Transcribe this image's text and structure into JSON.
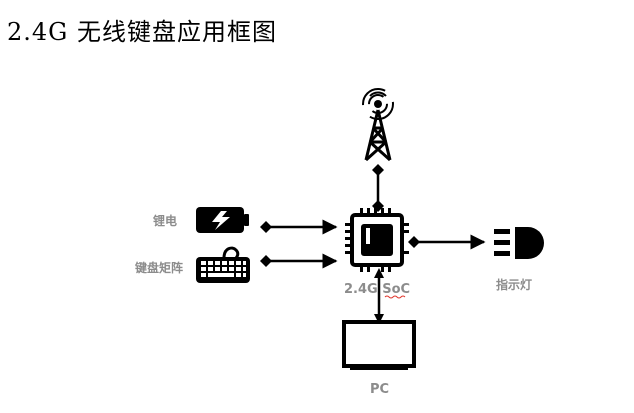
{
  "title": "2.4G 无线键盘应用框图",
  "labels": {
    "battery": "锂电",
    "keyboard": "键盘矩阵",
    "soc": "2.4G SoC",
    "indicator": "指示灯",
    "pc": "PC"
  },
  "icons": [
    "antenna-tower-icon",
    "battery-icon",
    "keyboard-icon",
    "chip-icon",
    "led-indicator-icon",
    "monitor-icon"
  ],
  "colors": {
    "icon": "#000000",
    "label": "#8c8c8c",
    "spellcheck_underline": "#e0352b"
  }
}
